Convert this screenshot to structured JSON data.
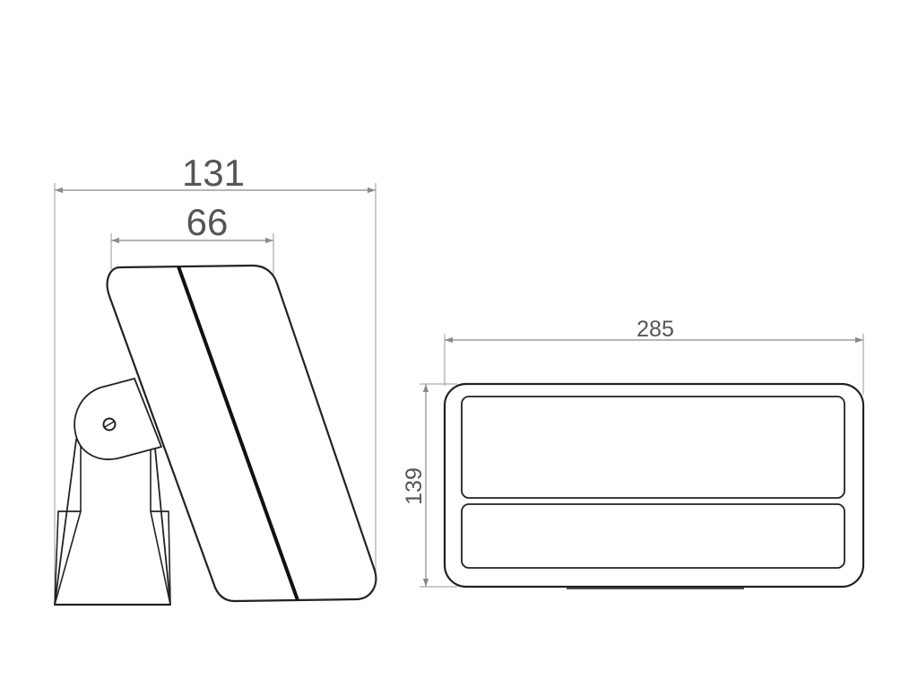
{
  "dimensions": {
    "side_overall_width": "131",
    "side_panel_width": "66",
    "front_width": "285",
    "front_height": "139"
  },
  "colors": {
    "outline": "#222222",
    "dimension": "#8a8a8a",
    "dimension_text": "#555555",
    "background": "#ffffff"
  }
}
